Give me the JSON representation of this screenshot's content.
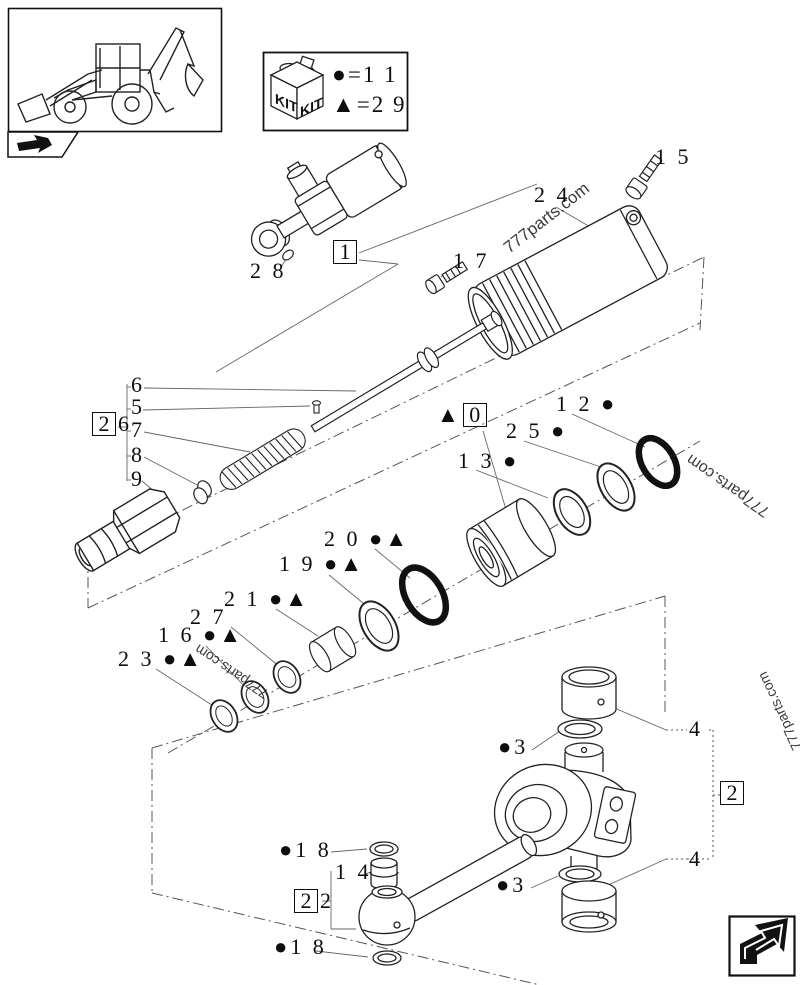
{
  "watermark": {
    "text": "777parts.com"
  },
  "legend": {
    "kit_text": "KIT",
    "dot_row": "●=1 1",
    "tri_row": "▲=2 9"
  },
  "labels": {
    "l28": "2 8",
    "l1_box": "1",
    "l17": "1 7",
    "l15": "1 5",
    "l24": "2 4",
    "l6": "6",
    "l5": "5",
    "l7": "7",
    "l8": "8",
    "l9": "9",
    "b26_box": "2",
    "b26_suffix": "6",
    "b0_prefix": "▲",
    "b0_box": "0",
    "l12": "1 2 ●",
    "l25": "2 5 ●",
    "l13": "1 3 ●",
    "l20": "2 0 ●▲",
    "l19": "1 9 ●▲",
    "l21": "2 1 ●▲",
    "l27": "2 7",
    "l16": "1 6 ●▲",
    "l23": "2 3 ●▲",
    "l3_top": "●3",
    "l4_top": "4",
    "b2_box": "2",
    "l4_bottom": "4",
    "l3_bottom": "●3",
    "l18_top": "●1 8",
    "l14": "1 4",
    "b22_box": "2",
    "b22_suffix": "2",
    "l18_bottom": "●1 8"
  }
}
